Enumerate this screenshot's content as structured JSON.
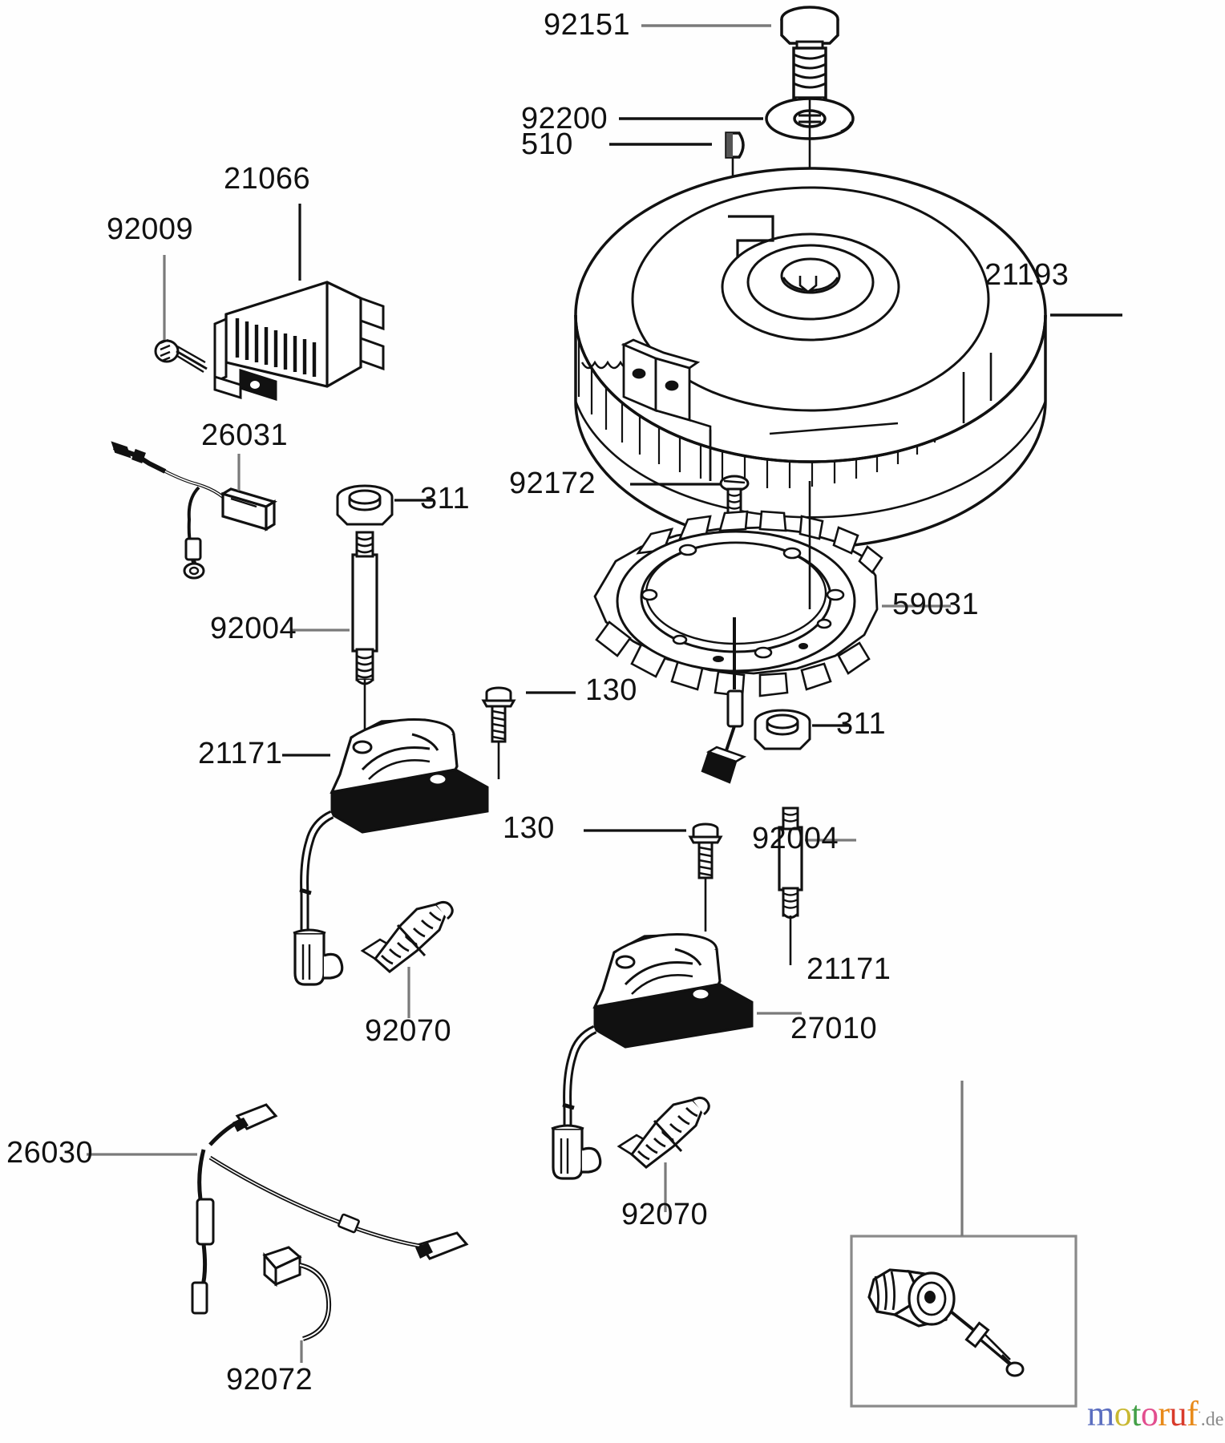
{
  "diagram": {
    "title": "Electric Equipment Parts Diagram",
    "type": "exploded-parts-illustration",
    "background_color": "#ffffff",
    "line_color": "#111111",
    "leader_color": "#7a7a7a"
  },
  "labels": {
    "bolt_flywheel": "92151",
    "washer_flywheel": "92200",
    "key_woodruff": "510",
    "flywheel": "21193",
    "regulator_screw": "92009",
    "voltage_regulator": "21066",
    "lead_wire_26031": "26031",
    "nut_311_upper": "311",
    "stud_92004_left": "92004",
    "screw_92172": "92172",
    "stator": "59031",
    "nut_311_lower": "311",
    "bolt_130_left": "130",
    "coil_21171_left": "21171",
    "sparkplug_92070_left": "92070",
    "bolt_130_right": "130",
    "stud_92004_right": "92004",
    "coil_21171_right": "21171",
    "sparkplug_92070_right": "92070",
    "lead_wire_26030": "26030",
    "clip_92072": "92072",
    "oil_pressure_switch": "27010"
  },
  "parts_list": [
    {
      "ref": "92151",
      "name": "bolt-flange",
      "position": "top-center"
    },
    {
      "ref": "92200",
      "name": "washer",
      "position": "top-center"
    },
    {
      "ref": "510",
      "name": "key-woodruff",
      "position": "top-center"
    },
    {
      "ref": "21193",
      "name": "flywheel-comp",
      "position": "top-right"
    },
    {
      "ref": "92009",
      "name": "screw",
      "position": "upper-left"
    },
    {
      "ref": "21066",
      "name": "regulator-rectifier",
      "position": "upper-left"
    },
    {
      "ref": "26031",
      "name": "lead-wire",
      "position": "mid-left"
    },
    {
      "ref": "311",
      "name": "nut-hex",
      "position": "mid-center"
    },
    {
      "ref": "92004",
      "name": "stud-bolt",
      "position": "mid-center"
    },
    {
      "ref": "92172",
      "name": "screw-pan-head",
      "position": "mid-center"
    },
    {
      "ref": "59031",
      "name": "stator-alternator",
      "position": "mid-right"
    },
    {
      "ref": "130",
      "name": "bolt-flanged",
      "position": "mid"
    },
    {
      "ref": "21171",
      "name": "ignition-coil",
      "position": "mid-left"
    },
    {
      "ref": "92070",
      "name": "spark-plug",
      "position": "lower-left"
    },
    {
      "ref": "26030",
      "name": "lead-wire-harness",
      "position": "bottom-left"
    },
    {
      "ref": "92072",
      "name": "clamp-tube",
      "position": "bottom-left"
    },
    {
      "ref": "27010",
      "name": "oil-pressure-switch",
      "position": "bottom-right"
    }
  ],
  "watermark": {
    "letters": [
      {
        "ch": "m",
        "color": "#5c6fc0"
      },
      {
        "ch": "o",
        "color": "#c9b832"
      },
      {
        "ch": "t",
        "color": "#43a047"
      },
      {
        "ch": "o",
        "color": "#e24e8e"
      },
      {
        "ch": "r",
        "color": "#e88a1a"
      },
      {
        "ch": "u",
        "color": "#d93b2b"
      },
      {
        "ch": "f",
        "color": "#e88a1a"
      }
    ],
    "dot_color": "#9a9a9a",
    "suffix": ".de"
  }
}
